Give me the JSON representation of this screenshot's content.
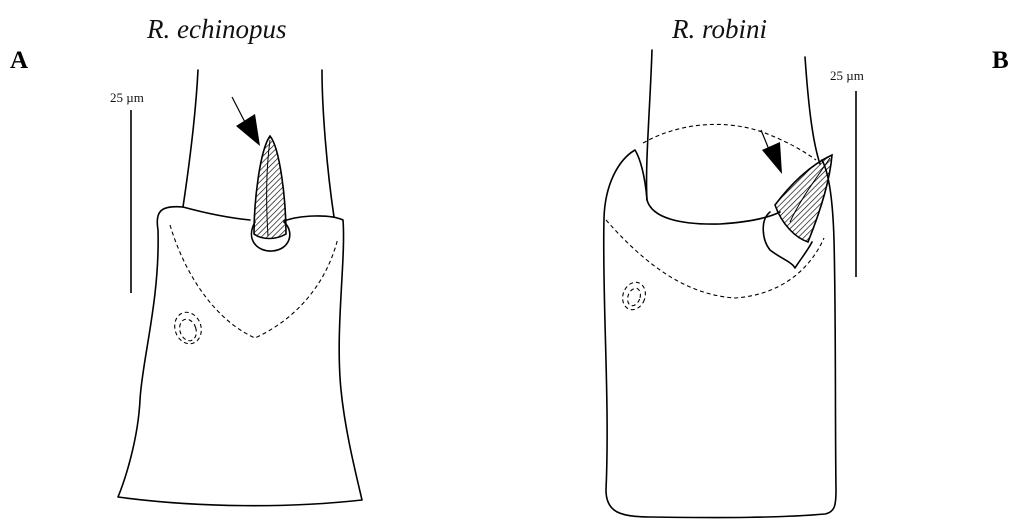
{
  "panels": [
    {
      "letter": "A",
      "species": "R. echinopus",
      "scale_label": "25 µm"
    },
    {
      "letter": "B",
      "species": "R. robini",
      "scale_label": "25 µm"
    }
  ]
}
